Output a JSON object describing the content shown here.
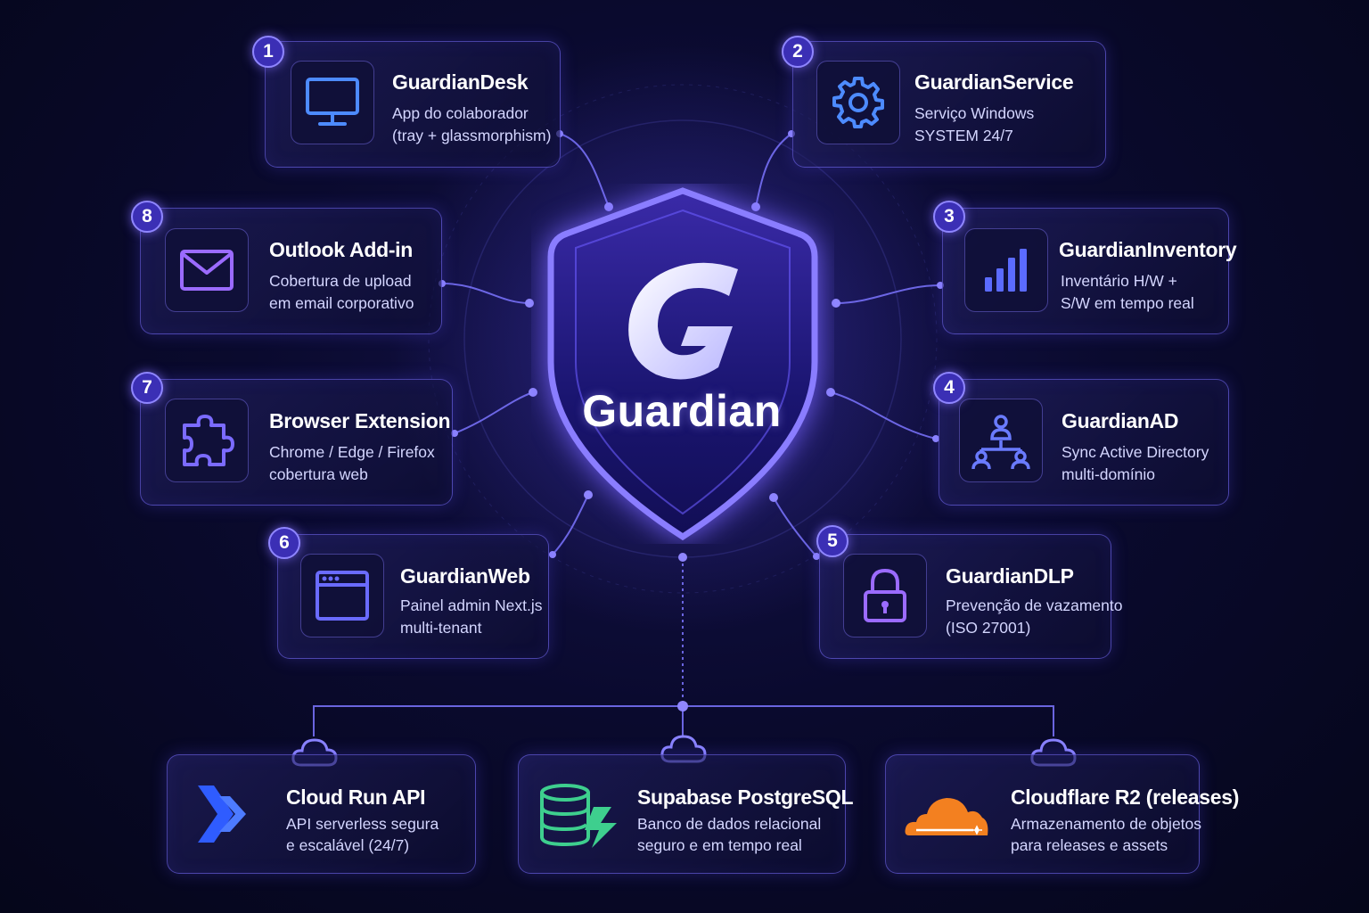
{
  "brand": {
    "name": "Guardian",
    "logo_letter": "G",
    "accent": "#6c63ff"
  },
  "modules": [
    {
      "number": "1",
      "title": "GuardianDesk",
      "desc1": "App do colaborador",
      "desc2": "(tray + glassmorphism)",
      "icon": "monitor-icon"
    },
    {
      "number": "2",
      "title": "GuardianService",
      "desc1": "Serviço Windows",
      "desc2": "SYSTEM 24/7",
      "icon": "gear-icon"
    },
    {
      "number": "3",
      "title": "GuardianInventory",
      "desc1": "Inventário H/W +",
      "desc2": "S/W em tempo real",
      "icon": "bar-chart-icon"
    },
    {
      "number": "4",
      "title": "GuardianAD",
      "desc1": "Sync Active Directory",
      "desc2": "multi-domínio",
      "icon": "org-chart-icon"
    },
    {
      "number": "5",
      "title": "GuardianDLP",
      "desc1": "Prevenção de vazamento",
      "desc2": "(ISO 27001)",
      "icon": "lock-icon"
    },
    {
      "number": "6",
      "title": "GuardianWeb",
      "desc1": "Painel admin Next.js",
      "desc2": "multi-tenant",
      "icon": "browser-window-icon"
    },
    {
      "number": "7",
      "title": "Browser Extension",
      "desc1": "Chrome / Edge / Firefox",
      "desc2": "cobertura web",
      "icon": "puzzle-icon"
    },
    {
      "number": "8",
      "title": "Outlook Add-in",
      "desc1": "Cobertura de upload",
      "desc2": "em email corporativo",
      "icon": "envelope-icon"
    }
  ],
  "infrastructure": [
    {
      "title": "Cloud Run API",
      "desc1": "API serverless segura",
      "desc2": "e escalável (24/7)",
      "icon": "cloud-run-icon",
      "color": "#3d6bff"
    },
    {
      "title": "Supabase PostgreSQL",
      "desc1": "Banco de dados relacional",
      "desc2": "seguro e em tempo real",
      "icon": "database-icon",
      "color": "#3ecf8e"
    },
    {
      "title": "Cloudflare R2 (releases)",
      "desc1": "Armazenamento de objetos",
      "desc2": "para releases e assets",
      "icon": "cloudflare-icon",
      "color": "#f38020"
    }
  ]
}
